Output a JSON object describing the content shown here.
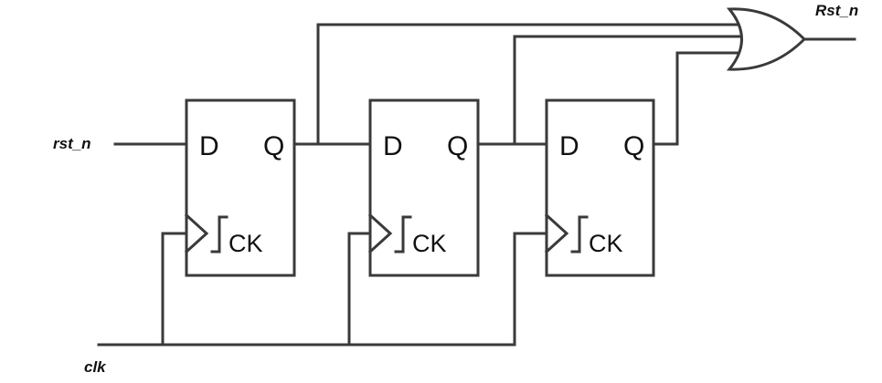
{
  "signals": {
    "input": "rst_n",
    "clock": "clk",
    "output": "Rst_n"
  },
  "flip_flops": [
    {
      "d": "D",
      "q": "Q",
      "ck": "CK"
    },
    {
      "d": "D",
      "q": "Q",
      "ck": "CK"
    },
    {
      "d": "D",
      "q": "Q",
      "ck": "CK"
    }
  ],
  "colors": {
    "line": "#3a3a3a",
    "text": "#111111",
    "background": "#ffffff"
  }
}
